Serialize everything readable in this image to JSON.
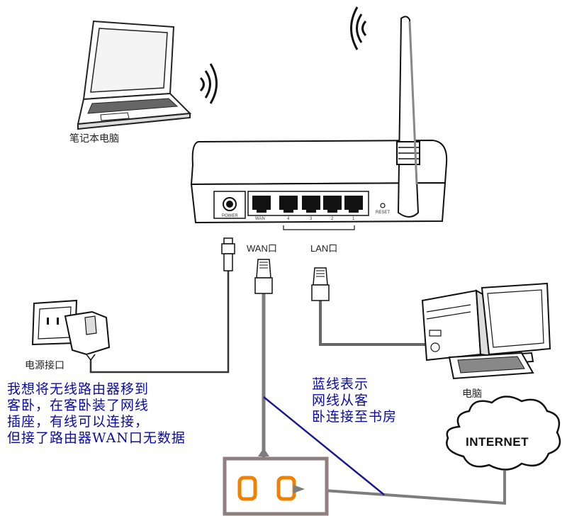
{
  "labels": {
    "laptop": "笔记本电脑",
    "power_socket": "电源接口",
    "computer": "电脑",
    "wan_port": "WAN口",
    "lan_port": "LAN口",
    "internet": "INTERNET",
    "power_tiny": "POWER",
    "wan_tiny": "WAN",
    "reset_tiny": "RESET",
    "lan_numbers": [
      "4",
      "3",
      "2",
      "1"
    ]
  },
  "notes": {
    "left": "我想将无线路由器移到\n客卧，在客卧装了网线\n插座，有线可以连接，\n但接了路由器WAN口无数据",
    "right": "蓝线表示\n网线从客\n卧连接至书房"
  },
  "colors": {
    "note_text": "#0a0aa8",
    "blue_line": "#1a1a8c",
    "outlet_box": "#8f7f7f",
    "outlet_ring": "#f08000",
    "cable": "#7d7d7d"
  }
}
